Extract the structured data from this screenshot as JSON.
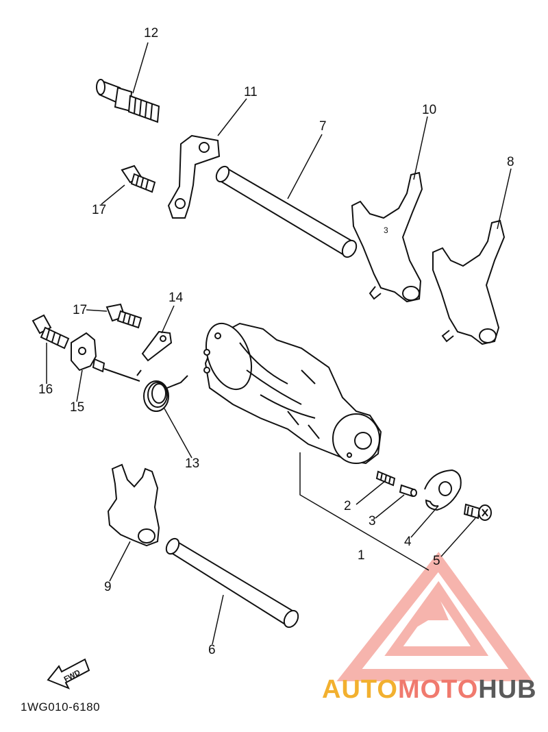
{
  "diagram": {
    "part_numbers": [
      {
        "id": "1",
        "label": "1"
      },
      {
        "id": "2",
        "label": "2"
      },
      {
        "id": "3",
        "label": "3"
      },
      {
        "id": "4",
        "label": "4"
      },
      {
        "id": "5",
        "label": "5"
      },
      {
        "id": "6",
        "label": "6"
      },
      {
        "id": "7",
        "label": "7"
      },
      {
        "id": "8",
        "label": "8"
      },
      {
        "id": "9",
        "label": "9"
      },
      {
        "id": "10",
        "label": "10"
      },
      {
        "id": "11",
        "label": "11"
      },
      {
        "id": "12",
        "label": "12"
      },
      {
        "id": "13",
        "label": "13"
      },
      {
        "id": "14",
        "label": "14"
      },
      {
        "id": "15",
        "label": "15"
      },
      {
        "id": "16",
        "label": "16"
      },
      {
        "id": "17a",
        "label": "17"
      },
      {
        "id": "17b",
        "label": "17"
      }
    ],
    "fwd_label": "FWD",
    "drawing_code": "1WG010-6180"
  },
  "watermark": {
    "part1": "AUTO",
    "part2": "MOTO",
    "part3": "HUB",
    "colors": {
      "auto": "#f2b02f",
      "moto": "#f07a6e",
      "hub": "#5a5a5a",
      "mark": "#f07a6e"
    }
  }
}
